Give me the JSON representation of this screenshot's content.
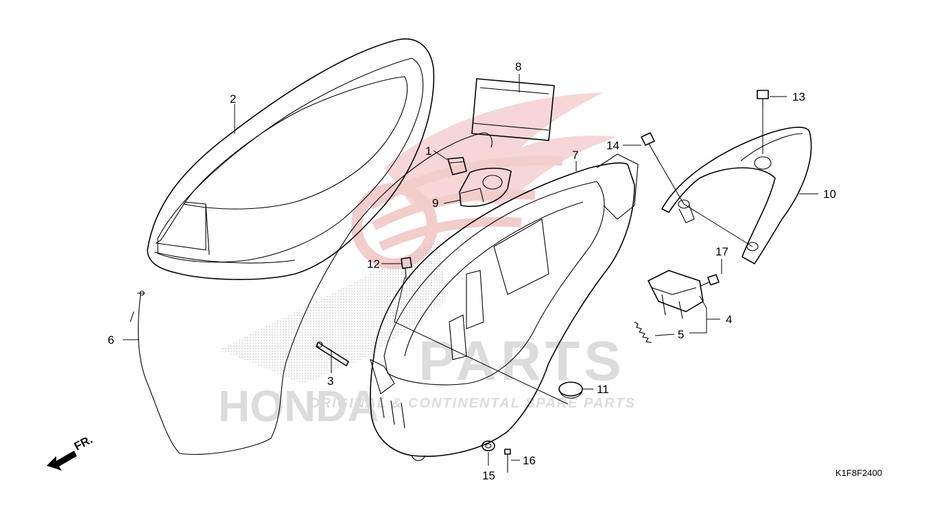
{
  "diagram": {
    "code": "K1F8F2400",
    "direction_label": "FR.",
    "callouts": [
      {
        "id": "1",
        "label": "1"
      },
      {
        "id": "2",
        "label": "2"
      },
      {
        "id": "3",
        "label": "3"
      },
      {
        "id": "4",
        "label": "4"
      },
      {
        "id": "5",
        "label": "5"
      },
      {
        "id": "6",
        "label": "6"
      },
      {
        "id": "7",
        "label": "7"
      },
      {
        "id": "8",
        "label": "8"
      },
      {
        "id": "9",
        "label": "9"
      },
      {
        "id": "10",
        "label": "10"
      },
      {
        "id": "11",
        "label": "11"
      },
      {
        "id": "12",
        "label": "12"
      },
      {
        "id": "13",
        "label": "13"
      },
      {
        "id": "14",
        "label": "14"
      },
      {
        "id": "15",
        "label": "15"
      },
      {
        "id": "16",
        "label": "16"
      },
      {
        "id": "17",
        "label": "17"
      }
    ]
  },
  "watermark": {
    "brand": "HONDA",
    "word": "PARTS",
    "tagline": "ORIGINAL & CONTINENTAL SPARE PARTS",
    "color_red": "#f2c4c4",
    "color_grey": "#d8d8d8"
  }
}
